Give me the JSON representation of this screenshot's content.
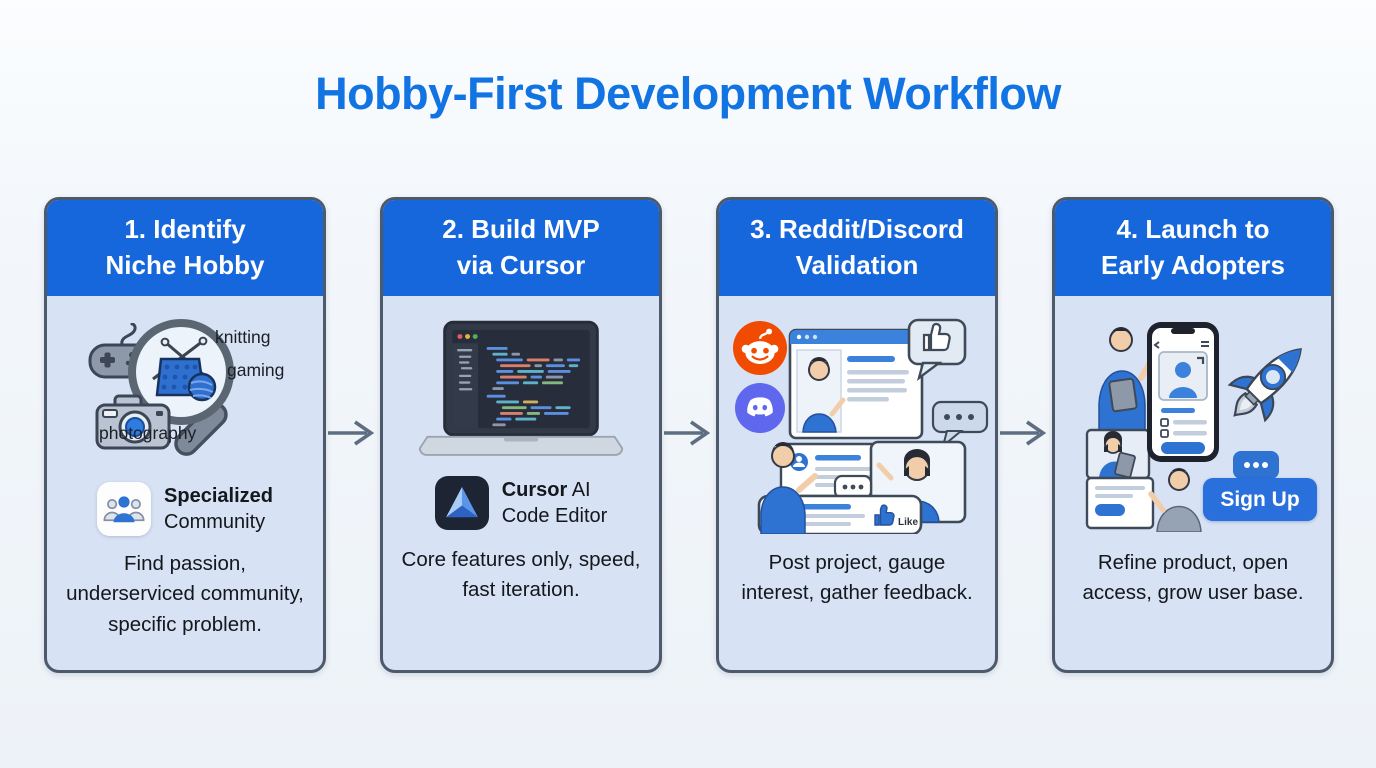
{
  "title": "Hobby-First Development Workflow",
  "colors": {
    "title_blue": "#1273e2",
    "header_blue": "#1667db",
    "card_body_blue": "#d7e2f4",
    "card_border": "#4d5a6b",
    "accent_blue": "#2e72d2",
    "reddit_orange": "#f04b00",
    "discord_blurple": "#5f67ee",
    "arrow_gray": "#5d6e82"
  },
  "steps": [
    {
      "header_line1": "1. Identify",
      "header_line2": "Niche Hobby",
      "hobby_labels": {
        "knitting": "knitting",
        "gaming": "gaming",
        "photography": "photography"
      },
      "feature_bold": "Specialized",
      "feature_rest": "",
      "feature_line2": "Community",
      "description": "Find passion, underserviced community, specific problem."
    },
    {
      "header_line1": "2. Build MVP",
      "header_line2": "via Cursor",
      "feature_bold": "Cursor",
      "feature_rest": " AI",
      "feature_line2": "Code Editor",
      "description": "Core features only, speed, fast iteration."
    },
    {
      "header_line1": "3. Reddit/Discord",
      "header_line2": "Validation",
      "like_label": "Like",
      "description": "Post project, gauge interest, gather feedback."
    },
    {
      "header_line1": "4. Launch to",
      "header_line2": "Early Adopters",
      "signup_label": "Sign Up",
      "description": "Refine product, open access, grow user base."
    }
  ]
}
